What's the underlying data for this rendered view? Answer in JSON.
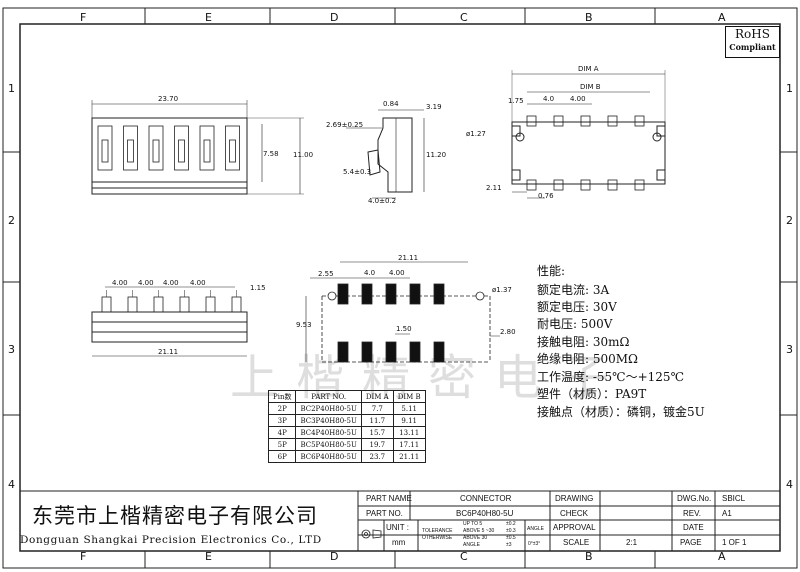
{
  "zones": {
    "columns": [
      "F",
      "E",
      "D",
      "C",
      "B",
      "A"
    ],
    "rows": [
      "1",
      "2",
      "3",
      "4"
    ]
  },
  "rohs": {
    "line1": "RoHS",
    "line2": "Compliant"
  },
  "front_view": {
    "width": "23.70",
    "height_outer": "11.00",
    "height_inner": "7.58"
  },
  "side_view": {
    "d1": "0.84",
    "d2": "3.19",
    "d3": "2.69±0.25",
    "d4": "11.20",
    "d5": "5.4±0.3",
    "d6": "4.0±0.2"
  },
  "right_view": {
    "dim_a": "DIM A",
    "dim_b": "DIM B",
    "d1": "1.75",
    "d2": "4.0",
    "d3": "4.00",
    "hole": "ø1.27",
    "d4": "2.11",
    "d5": "0.76"
  },
  "bottom_front": {
    "pitches": [
      "4.00",
      "4.00",
      "4.00",
      "4.00"
    ],
    "width": "21.11",
    "d1": "1.15"
  },
  "pcb_layout": {
    "d_total": "21.11",
    "d_left": "2.55",
    "pitch1": "4.0",
    "pitch2": "4.00",
    "hole": "ø1.37",
    "height": "9.53",
    "d_mid": "1.50",
    "d_right": "2.80"
  },
  "specs": {
    "title": "性能:",
    "items": [
      "额定电流: 3A",
      "额定电压: 30V",
      "耐电压: 500V",
      "接触电阻: 30mΩ",
      "绝缘电阻: 500MΩ",
      "工作温度: -55℃～+125℃",
      "塑件（材质）：PA9T",
      "接触点（材质）：磷铜，镀金5U"
    ]
  },
  "pin_table": {
    "headers": [
      "Pin数",
      "PART NO.",
      "DIM A",
      "DIM B"
    ],
    "rows": [
      [
        "2P",
        "BC2P40H80-5U",
        "7.7",
        "5.11"
      ],
      [
        "3P",
        "BC3P40H80-5U",
        "11.7",
        "9.11"
      ],
      [
        "4P",
        "BC4P40H80-5U",
        "15.7",
        "13.11"
      ],
      [
        "5P",
        "BC5P40H80-5U",
        "19.7",
        "17.11"
      ],
      [
        "6P",
        "BC6P40H80-5U",
        "23.7",
        "21.11"
      ]
    ]
  },
  "watermark": "上楷精密电子",
  "company": {
    "cn": "东莞市上楷精密电子有限公司",
    "en": "Dongguan Shangkai Precision Electronics Co., LTD"
  },
  "title_block": {
    "part_name_label": "PART NAME",
    "part_name": "CONNECTOR",
    "part_no_label": "PART NO.",
    "part_no": "BC6P40H80-5U",
    "unit_label": "UNIT :",
    "unit": "mm",
    "tolerance_label": "TOLERANCE",
    "otherwise_label": "OTHERWISE",
    "tol_lines": [
      "UP TO 5",
      "ABOVE 5 ~30",
      "ABOVE 30",
      "ANGLE"
    ],
    "tol_values": [
      "±0.2",
      "±0.3",
      "±0.5",
      "±3"
    ],
    "angle_label": "ANGLE",
    "angle_value": "0°±3°",
    "drawing_label": "DRAWING",
    "check_label": "CHECK",
    "approval_label": "APPROVAL",
    "scale_label": "SCALE",
    "scale_value": "2:1",
    "dwg_label": "DWG.No.",
    "dwg_value": "SBICL",
    "rev_label": "REV.",
    "rev_value": "A1",
    "date_label": "DATE",
    "page_label": "PAGE",
    "page_value": "1 OF 1"
  }
}
